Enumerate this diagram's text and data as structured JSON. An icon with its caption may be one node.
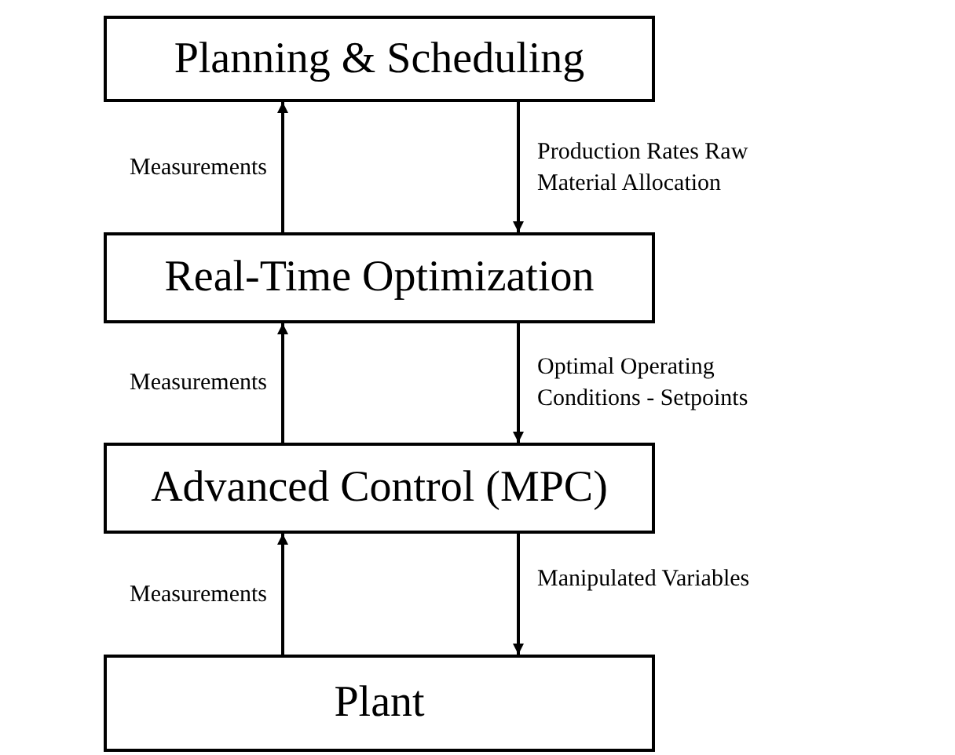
{
  "diagram": {
    "nodes": [
      {
        "text": [
          "Planning & Scheduling"
        ]
      },
      {
        "text": [
          "Real-Time Optimization"
        ]
      },
      {
        "text": [
          "Advanced Control (MPC)"
        ]
      },
      {
        "text": [
          "Plant"
        ]
      }
    ],
    "edges": [
      {
        "from": 1,
        "to": 0,
        "arrow": "to",
        "label": "Measurements"
      },
      {
        "from": 0,
        "to": 1,
        "arrow": "to",
        "label": "Production Rates Raw Material Allocation"
      },
      {
        "from": 2,
        "to": 1,
        "arrow": "to",
        "label": "Measurements"
      },
      {
        "from": 1,
        "to": 2,
        "arrow": "to",
        "label": "Optimal Operating Conditions - Setpoints"
      },
      {
        "from": 3,
        "to": 2,
        "arrow": "to",
        "label": "Measurements"
      },
      {
        "from": 2,
        "to": 3,
        "arrow": "to",
        "label": "Manipulated Variables"
      }
    ]
  }
}
